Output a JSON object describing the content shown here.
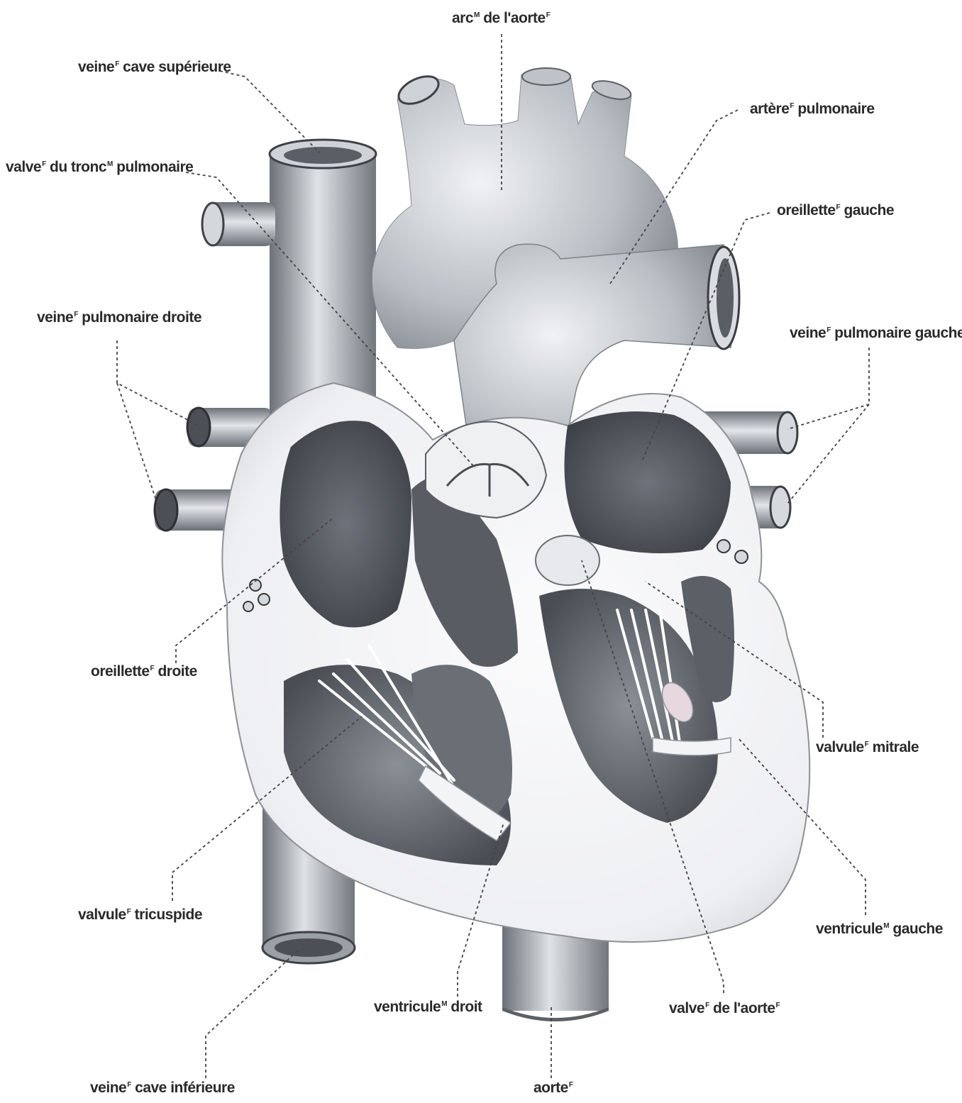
{
  "labels": {
    "arc_aorte": {
      "word": "arc",
      "sup": "M",
      "rest": " de l'aorte",
      "sup2": "F"
    },
    "veine_cave_sup": {
      "word": "veine",
      "sup": "F",
      "rest": " cave supérieure"
    },
    "artere_pulm": {
      "word": "artère",
      "sup": "F",
      "rest": " pulmonaire"
    },
    "valve_tronc": {
      "word": "valve",
      "sup": "F",
      "rest": " du tronc",
      "sup2": "M",
      "rest2": " pulmonaire"
    },
    "oreillette_g": {
      "word": "oreillette",
      "sup": "F",
      "rest": " gauche"
    },
    "veine_pulm_d": {
      "word": "veine",
      "sup": "F",
      "rest": " pulmonaire droite"
    },
    "veine_pulm_g": {
      "word": "veine",
      "sup": "F",
      "rest": " pulmonaire gauche"
    },
    "oreillette_d": {
      "word": "oreillette",
      "sup": "F",
      "rest": " droite"
    },
    "valvule_mitrale": {
      "word": "valvule",
      "sup": "F",
      "rest": " mitrale"
    },
    "valvule_tricuspide": {
      "word": "valvule",
      "sup": "F",
      "rest": " tricuspide"
    },
    "ventricule_g": {
      "word": "ventricule",
      "sup": "M",
      "rest": " gauche"
    },
    "ventricule_d": {
      "word": "ventricule",
      "sup": "M",
      "rest": " droit"
    },
    "valve_aorte": {
      "word": "valve",
      "sup": "F",
      "rest": " de l'aorte",
      "sup2": "F"
    },
    "veine_cave_inf": {
      "word": "veine",
      "sup": "F",
      "rest": " cave inférieure"
    },
    "aorte": {
      "word": "aorte",
      "sup": "F"
    }
  },
  "colors": {
    "vessel_light": "#e3e6ea",
    "vessel_mid": "#a8adb4",
    "vessel_dark": "#5f646b",
    "chamber_dark": "#55595f",
    "wall_light": "#f1f1f3",
    "leader_line": "#444444"
  }
}
